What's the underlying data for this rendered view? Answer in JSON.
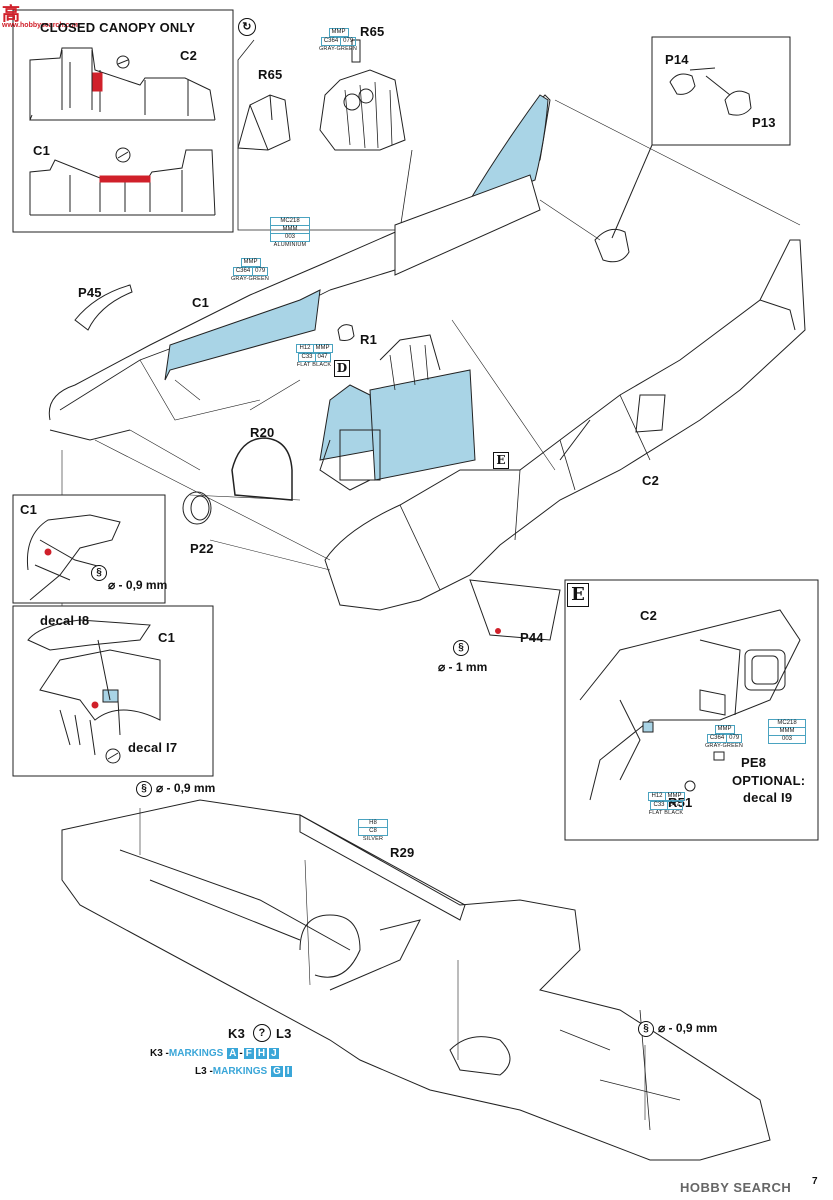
{
  "watermark": {
    "logo_text": "高",
    "site": "www.hobbysearch.com"
  },
  "header": {
    "closed_canopy": "CLOSED CANOPY ONLY"
  },
  "step_icon": "↻",
  "parts": {
    "c2_top": "C2",
    "c1_top": "C1",
    "r65_a": "R65",
    "r65_b": "R65",
    "p14": "P14",
    "p13": "P13",
    "p45": "P45",
    "c1_mid": "C1",
    "r1": "R1",
    "d_marker": "D",
    "r20": "R20",
    "e_marker": "E",
    "c2_mid": "C2",
    "p22": "P22",
    "c1_detail": "C1",
    "c1_decal": "C1",
    "p44": "P44",
    "e_box": "E",
    "c2_e": "C2",
    "pe8": "PE8",
    "r51": "R51",
    "r29": "R29"
  },
  "decals": {
    "i8": "decal I8",
    "i7": "decal I7",
    "optional": "OPTIONAL:",
    "i9": "decal I9"
  },
  "drill": {
    "d1": "⌀ - 0,9 mm",
    "d2": "⌀ - 1 mm",
    "d3": "⌀ - 0,9 mm",
    "d4": "⌀ - 0,9 mm"
  },
  "paints": {
    "gg1": {
      "mmp": "MMP",
      "c": "C364",
      "n": "079",
      "name": "GRAY-GREEN"
    },
    "al1": {
      "mc": "MC218",
      "mmm": "MMM",
      "n": "003",
      "name": "ALUMINIUM"
    },
    "gg2": {
      "mmp": "MMP",
      "c": "C364",
      "n": "079",
      "name": "GRAY-GREEN"
    },
    "fb1": {
      "h": "H12",
      "mmp": "MMP",
      "c": "C33",
      "n": "047",
      "name": "FLAT BLACK"
    },
    "gg3": {
      "mmp": "MMP",
      "c": "C364",
      "n": "079",
      "name": "GRAY-GREEN"
    },
    "al2": {
      "mc": "MC218",
      "mmm": "MMM",
      "n": "003",
      "name": "ALUMINIUM"
    },
    "fb2": {
      "h": "H12",
      "mmp": "MMP",
      "c": "C33",
      "n": "047",
      "name": "FLAT BLACK"
    },
    "sv": {
      "h": "H8",
      "c": "C8",
      "name": "SILVER"
    }
  },
  "options": {
    "k3": "K3",
    "l3": "L3",
    "q": "?",
    "k3_row": {
      "prefix": "K3 - ",
      "label": "MARKINGS",
      "tags": [
        "A",
        "-",
        "F",
        "H",
        "J"
      ]
    },
    "l3_row": {
      "prefix": "L3 - ",
      "label": "MARKINGS",
      "tags": [
        "G",
        "I"
      ]
    }
  },
  "footer": {
    "page": "7",
    "brand": "HOBBY SEARCH"
  },
  "colors": {
    "accent_blue": "#a9d4e6",
    "label_blue": "#3aa6d8",
    "highlight_red": "#d0202a",
    "line": "#222222"
  }
}
